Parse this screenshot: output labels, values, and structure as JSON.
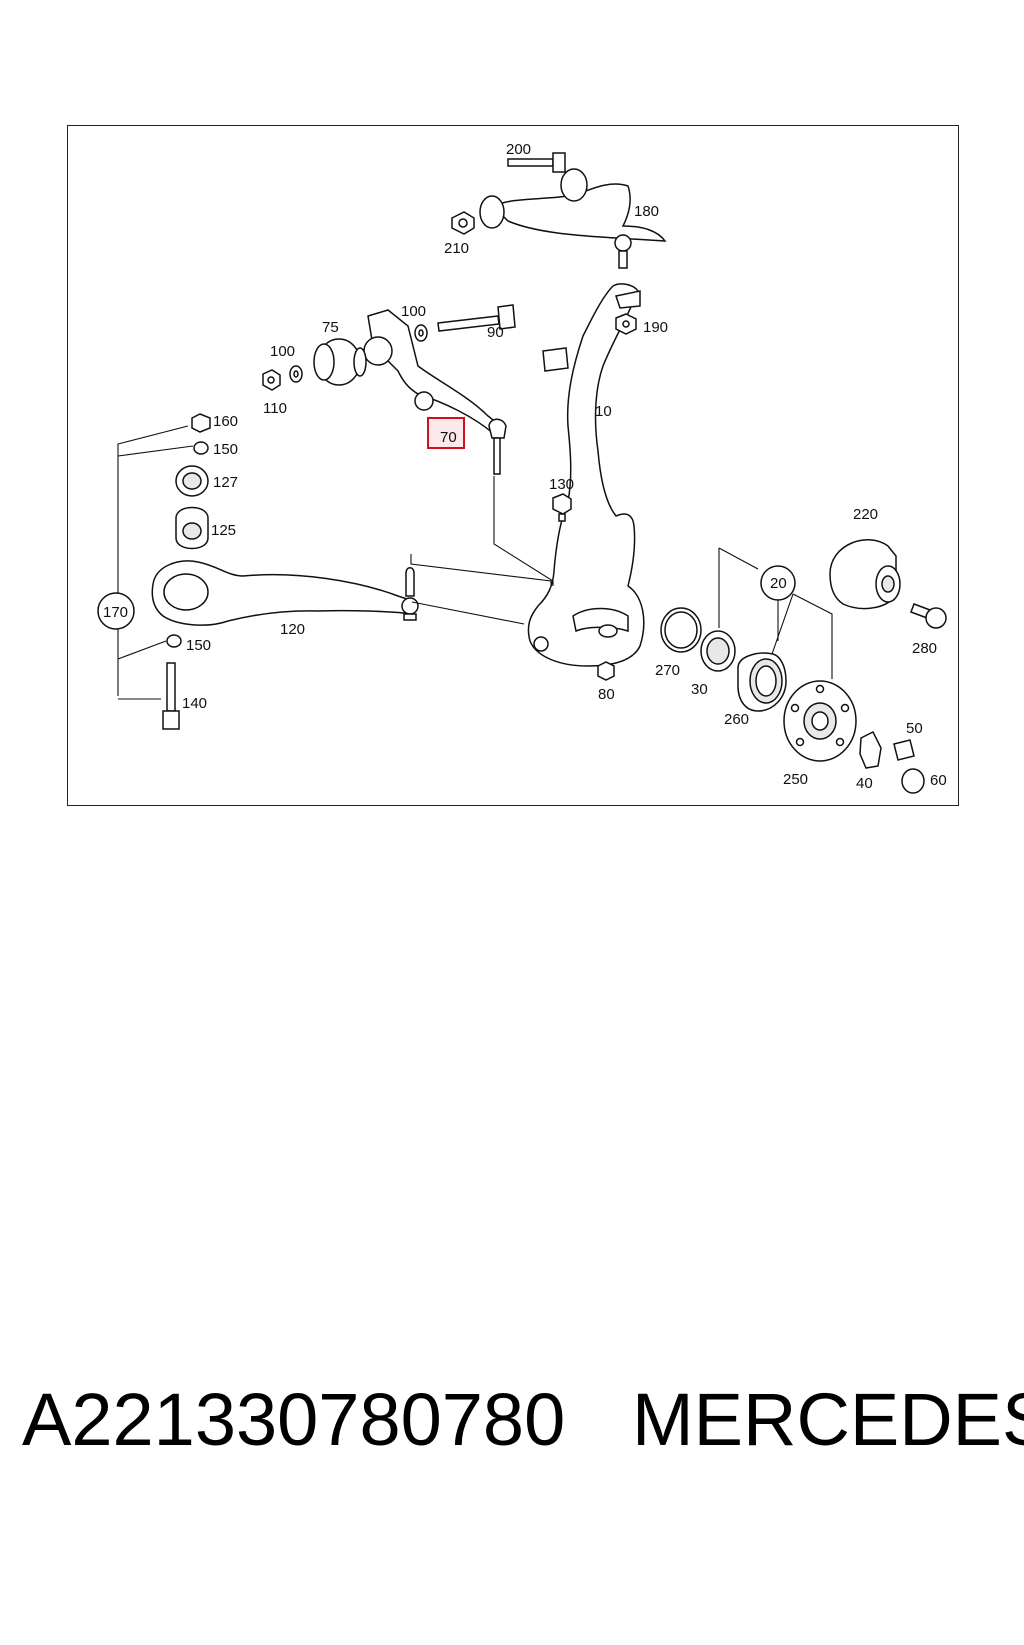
{
  "diagram": {
    "callouts": {
      "c200": "200",
      "c180": "180",
      "c210": "210",
      "c100a": "100",
      "c90": "90",
      "c75": "75",
      "c100b": "100",
      "c110": "110",
      "c190": "190",
      "c10": "10",
      "c70": "70",
      "c160": "160",
      "c150a": "150",
      "c127": "127",
      "c125": "125",
      "c130": "130",
      "c220": "220",
      "c170": "170",
      "c120": "120",
      "c20": "20",
      "c280": "280",
      "c150b": "150",
      "c270": "270",
      "c30": "30",
      "c80": "80",
      "c140": "140",
      "c260": "260",
      "c50": "50",
      "c250": "250",
      "c40": "40",
      "c60": "60"
    },
    "highlighted_callout": "70",
    "highlight_color": "#d01020"
  },
  "footer": {
    "part_number": "A221330780780",
    "brand": "MERCEDES"
  }
}
